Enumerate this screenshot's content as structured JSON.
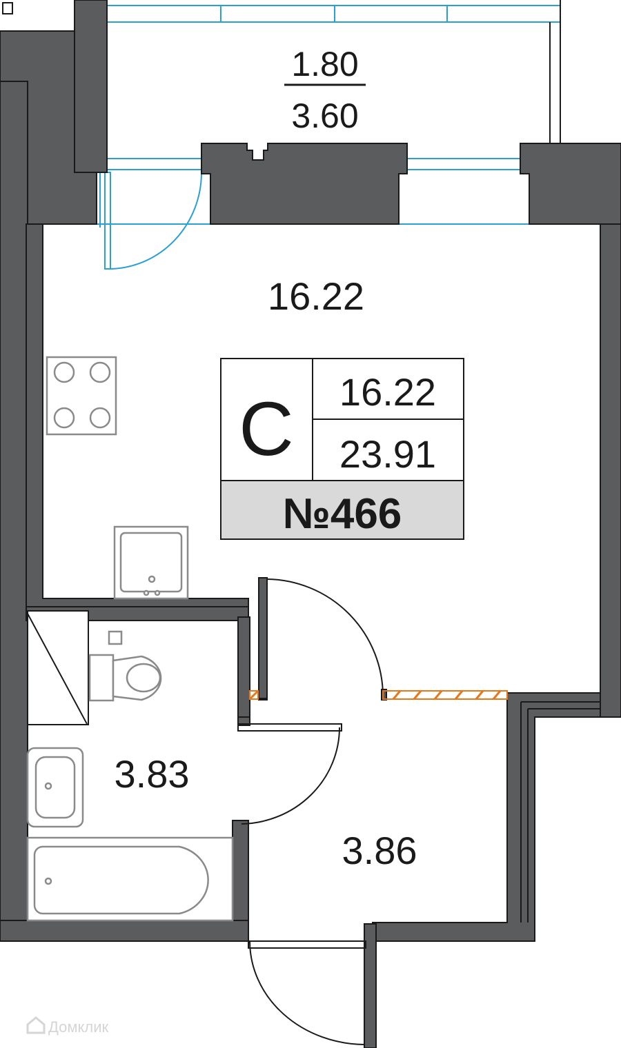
{
  "plan": {
    "balcony_area": "1.80",
    "balcony_full_area": "3.60",
    "main_room_area": "16.22",
    "bathroom_area": "3.83",
    "hallway_area": "3.86"
  },
  "info_box": {
    "type_letter": "С",
    "living_area": "16.22",
    "total_area": "23.91",
    "apartment_number": "№466"
  },
  "watermark": {
    "text": "Домклик",
    "icon": "house-logo-icon"
  },
  "colors": {
    "wall": "#5b5c5e",
    "window_blue": "#2a9fd6",
    "threshold_orange": "#e8761a",
    "info_number_bg": "#d9d9d9"
  }
}
